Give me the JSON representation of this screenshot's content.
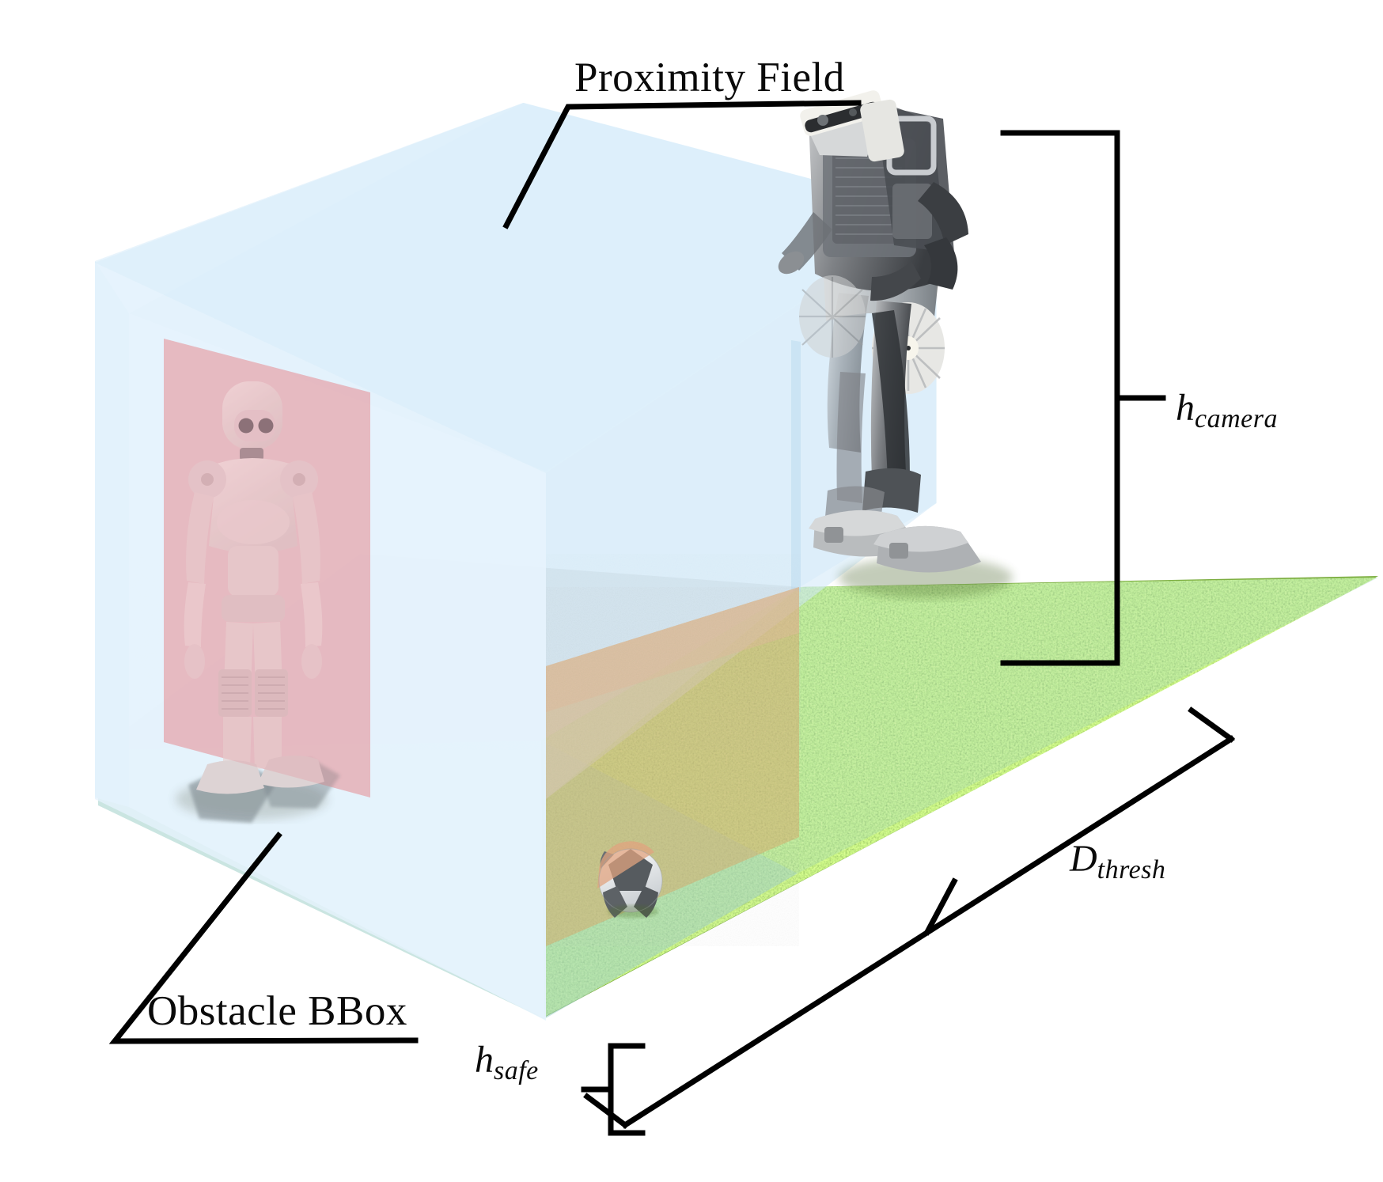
{
  "figure": {
    "title": "Proximity Field and Obstacle Bounding Box Diagram",
    "background_color": "#ffffff"
  },
  "annotations": {
    "proximity_field": {
      "label": "Proximity Field",
      "style": "serif",
      "leader": "underline-with-diagonal-kink",
      "color": "#000000"
    },
    "obstacle_bbox": {
      "label": "Obstacle BBox",
      "style": "serif",
      "leader": "underline-with-diagonal-kink",
      "color": "#000000"
    },
    "h_camera": {
      "symbol": "h",
      "subscript": "camera",
      "label": "h_camera",
      "brace": "vertical-right-tick",
      "color": "#000000"
    },
    "h_safe": {
      "symbol": "h",
      "subscript": "safe",
      "label": "h_safe",
      "brace": "vertical-left-tick",
      "color": "#000000"
    },
    "D_thresh": {
      "symbol": "D",
      "subscript": "thresh",
      "label": "D_thresh",
      "brace": "diagonal-tick",
      "color": "#000000"
    }
  },
  "scene": {
    "proximity_box": {
      "name": "Proximity Field volume",
      "fill_top": "#e0f0fa",
      "fill_front": "#e6f3fb",
      "fill_side": "#d9ecf8",
      "opacity": 0.85
    },
    "obstacle_bbox_plane": {
      "name": "Obstacle BBox plane",
      "fill": "#eab7bd",
      "fill_lower": "#d98f97",
      "opacity": 0.6
    },
    "ball_bbox_plane": {
      "name": "Ball BBox plane",
      "fill": "#d9a86a",
      "fill_upper": "#e8c6ae",
      "opacity": 0.55
    },
    "ground_plane": {
      "name": "Grass ground plane",
      "grass_color": "#74a93c",
      "grass_dark": "#4e7f28",
      "shadow_color": "#b5c7bb"
    },
    "safe_plane": {
      "name": "h_safe horizontal slab",
      "fill": "#a8d4cd",
      "opacity": 0.55
    },
    "ground_overlay": {
      "name": "Grey floor overlay inside box",
      "fill": "#d7d5cf"
    },
    "humanoid_obstacle": {
      "name": "Humanoid obstacle robot",
      "body_color": "#efd6d6",
      "tint": "#e5a8ae"
    },
    "main_robot": {
      "name": "Bipedal humanoid robot with head camera",
      "body_color": "#8d8f92",
      "dark": "#2e3033",
      "light": "#e8e8e6",
      "camera_bar_color": "#f2f1ec"
    },
    "soccer_ball": {
      "name": "Soccer ball",
      "white": "#f3f3f1",
      "black": "#51565a",
      "tint": "#e5a785"
    }
  }
}
